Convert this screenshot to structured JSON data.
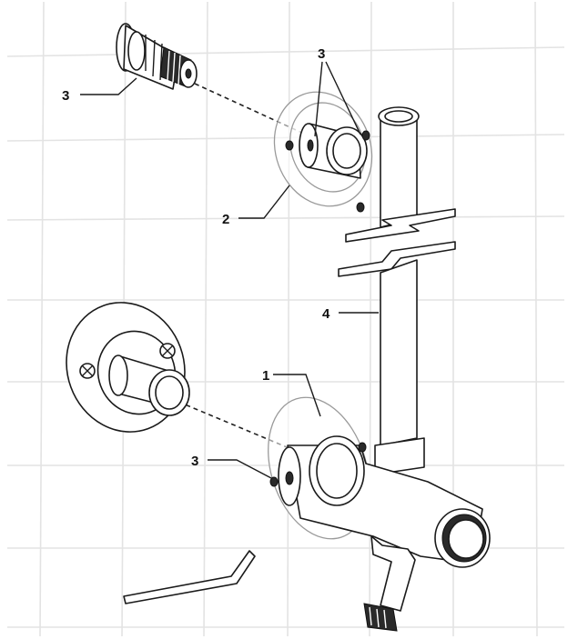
{
  "callouts": {
    "part1": "1",
    "part2": "2",
    "part3_top_left": "3",
    "part3_top_right": "3",
    "part3_bottom": "3",
    "part4": "4"
  },
  "icons": [
    "tile-grid",
    "dowel-plug",
    "wall-flange",
    "slide-bar",
    "connector-elbow",
    "allen-key",
    "grub-screw",
    "mounting-screw"
  ],
  "colors": {
    "line": "#1a1a1a",
    "tile_grout": "#e3e3e3",
    "background": "#ffffff"
  }
}
